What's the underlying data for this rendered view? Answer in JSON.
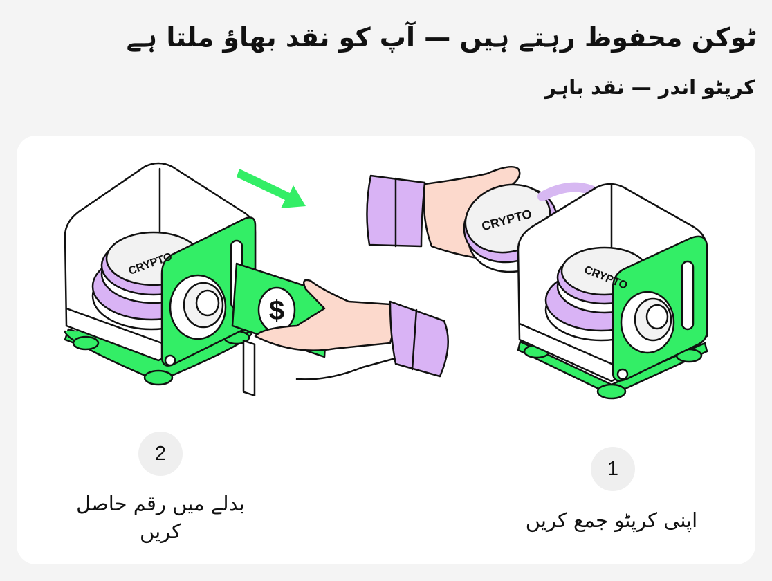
{
  "header": {
    "title": "ٹوکن محفوظ رہتے ہیں — آپ کو نقد بھاؤ ملتا ہے",
    "subtitle": "کرپٹو اندر — نقد باہر"
  },
  "illustration": {
    "coin_text": "CRYPTO",
    "cash_symbol": "$",
    "colors": {
      "green": "#33ee66",
      "purple": "#d9b3f5",
      "arrow_purple": "#d7b8f2",
      "skin": "#fcd9cc",
      "outline": "#111111"
    },
    "icons": [
      "safe-icon",
      "hand-icon",
      "coin-icon",
      "cash-icon",
      "arrow-icon"
    ]
  },
  "steps": [
    {
      "number": "1",
      "label": "اپنی کرپٹو جمع کریں"
    },
    {
      "number": "2",
      "label": "بدلے میں رقم حاصل کریں"
    }
  ]
}
